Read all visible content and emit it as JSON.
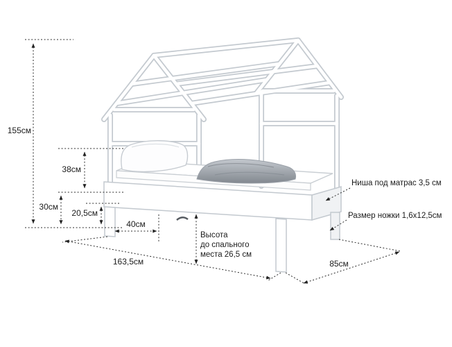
{
  "diagram": {
    "dims": {
      "total_height": "155см",
      "rail_height": "38см",
      "base_height": "30см",
      "under_bed_clearance": "20,5см",
      "entry_width": "40см",
      "bed_length": "163,5см",
      "bed_depth": "85см"
    },
    "notes": {
      "sleep_height_line1": "Высота",
      "sleep_height_line2": "до спального",
      "sleep_height_line3": "места 26,5 см",
      "mattress_niche": "Ниша под матрас 3,5 см",
      "leg_size": "Размер ножки 1,6x12,5см"
    },
    "colors": {
      "background": "#ffffff",
      "dimension_line": "#2b2b2b",
      "frame_outline": "#c3c9cf",
      "frame_fill": "#ffffff",
      "blanket_gray": "#8b9199"
    }
  }
}
